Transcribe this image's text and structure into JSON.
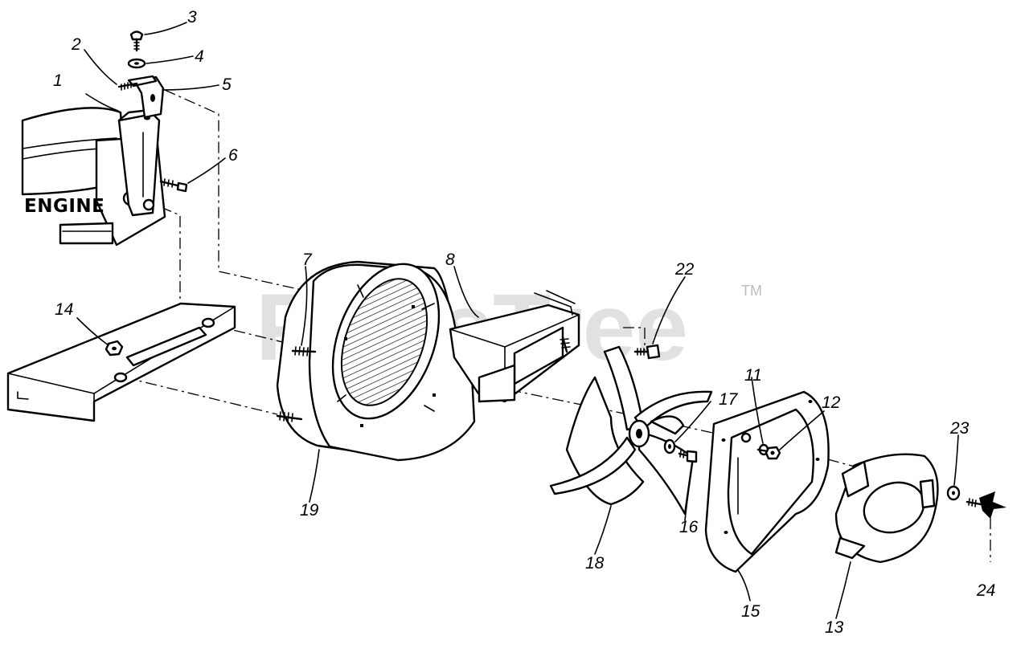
{
  "diagram": {
    "engine_label": "ENGINE",
    "watermark": "PartsTree",
    "trademark": "TM",
    "callouts": [
      "1",
      "2",
      "3",
      "4",
      "5",
      "6",
      "7",
      "8",
      "11",
      "12",
      "13",
      "14",
      "15",
      "16",
      "17",
      "18",
      "19",
      "22",
      "23",
      "24"
    ]
  }
}
